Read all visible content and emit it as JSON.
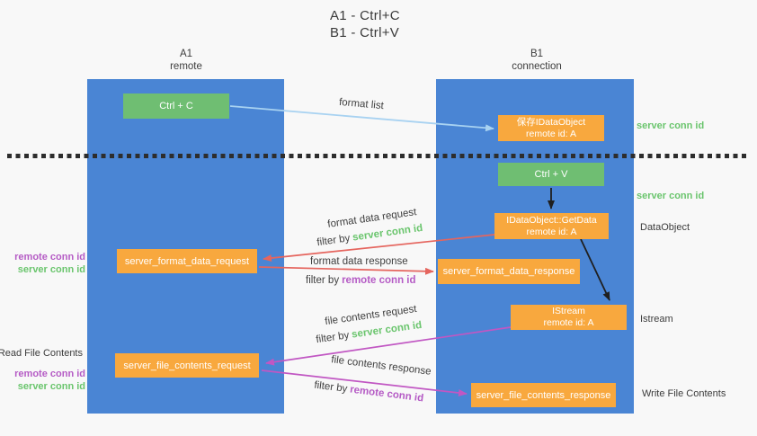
{
  "title": {
    "line1": "A1 - Ctrl+C",
    "line2": "B1 - Ctrl+V"
  },
  "lanes": {
    "a": {
      "name": "A1",
      "subtitle": "remote"
    },
    "b": {
      "name": "B1",
      "subtitle": "connection"
    }
  },
  "nodes": {
    "ctrl_c": {
      "label": "Ctrl + C"
    },
    "save_idataobject": {
      "line1": "保存IDataObject",
      "line2": "remote id: A"
    },
    "ctrl_v": {
      "label": "Ctrl + V"
    },
    "idataobject_getdata": {
      "line1": "IDataObject::GetData",
      "line2": "remote id: A"
    },
    "server_format_data_request": {
      "label": "server_format_data_request"
    },
    "server_format_data_response": {
      "label": "server_format_data_response"
    },
    "istream": {
      "line1": "IStream",
      "line2": "remote id: A"
    },
    "server_file_contents_request": {
      "label": "server_file_contents_request"
    },
    "server_file_contents_response": {
      "label": "server_file_contents_response"
    }
  },
  "edge_labels": {
    "format_list": "format list",
    "format_data_request": "format data request",
    "format_data_response": "format data response",
    "file_contents_request": "file contents request",
    "file_contents_response": "file contents response",
    "filter_by": "filter by",
    "server_conn_id": "server conn id",
    "remote_conn_id": "remote conn id"
  },
  "side_labels": {
    "server_conn_id_top": "server conn id",
    "server_conn_id_mid": "server conn id",
    "dataobject": "DataObject",
    "istream": "Istream",
    "write_file_contents": "Write File Contents",
    "read_file_contents": "Read File Contents",
    "remote_conn_id_left_top": "remote conn id",
    "server_conn_id_left_top": "server conn id",
    "remote_conn_id_left_bottom": "remote conn id",
    "server_conn_id_left_bottom": "server conn id"
  },
  "colors": {
    "background": "#f8f8f8",
    "lane_blue": "#4a85d4",
    "green_box": "#6fbe72",
    "orange_box": "#f8a83e",
    "green_text": "#6ac56d",
    "purple_text": "#b55bc5",
    "red_arrow": "#e5655e",
    "magenta_arrow": "#c157c3",
    "blue_arrow": "#a8d2f1",
    "black_arrow": "#1f1f1f",
    "dark_text": "#3c3c3c"
  }
}
